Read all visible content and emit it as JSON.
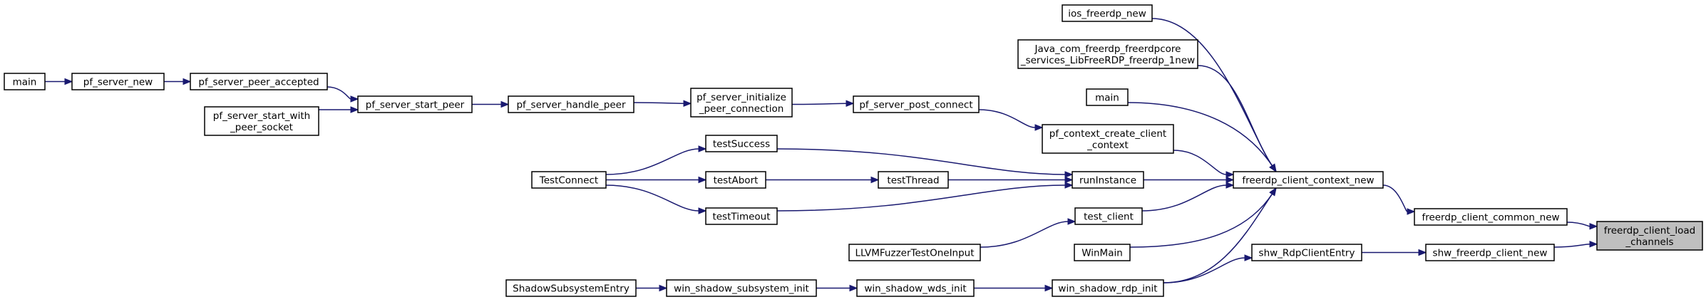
{
  "colors": {
    "edge": "#191970",
    "focus_fill": "#bfbfbf",
    "node_fill": "#ffffff",
    "node_border": "#000000"
  },
  "nodes": [
    {
      "id": "n_load",
      "lines": [
        "freerdp_client_load",
        "_channels"
      ],
      "focus": true
    },
    {
      "id": "n_common",
      "lines": [
        "freerdp_client_common_new"
      ]
    },
    {
      "id": "n_shwnew",
      "lines": [
        "shw_freerdp_client_new"
      ]
    },
    {
      "id": "n_ctxnew",
      "lines": [
        "freerdp_client_context_new"
      ]
    },
    {
      "id": "n_shwentry",
      "lines": [
        "shw_RdpClientEntry"
      ]
    },
    {
      "id": "n_ios",
      "lines": [
        "ios_freerdp_new"
      ]
    },
    {
      "id": "n_java",
      "lines": [
        "Java_com_freerdp_freerdpcore",
        "_services_LibFreeRDP_freerdp_1new"
      ]
    },
    {
      "id": "n_main2",
      "lines": [
        "main"
      ]
    },
    {
      "id": "n_pfctx",
      "lines": [
        "pf_context_create_client",
        "_context"
      ]
    },
    {
      "id": "n_run",
      "lines": [
        "runInstance"
      ]
    },
    {
      "id": "n_testclient",
      "lines": [
        "test_client"
      ]
    },
    {
      "id": "n_winmain",
      "lines": [
        "WinMain"
      ]
    },
    {
      "id": "n_rdpinit",
      "lines": [
        "win_shadow_rdp_init"
      ]
    },
    {
      "id": "n_postconn",
      "lines": [
        "pf_server_post_connect"
      ]
    },
    {
      "id": "n_testsuccess",
      "lines": [
        "testSuccess"
      ]
    },
    {
      "id": "n_testthread",
      "lines": [
        "testThread"
      ]
    },
    {
      "id": "n_testtimeout",
      "lines": [
        "testTimeout"
      ]
    },
    {
      "id": "n_llvm",
      "lines": [
        "LLVMFuzzerTestOneInput"
      ]
    },
    {
      "id": "n_wdsinit",
      "lines": [
        "win_shadow_wds_init"
      ]
    },
    {
      "id": "n_initpeer",
      "lines": [
        "pf_server_initialize",
        "_peer_connection"
      ]
    },
    {
      "id": "n_testabort",
      "lines": [
        "testAbort"
      ]
    },
    {
      "id": "n_subinit",
      "lines": [
        "win_shadow_subsystem_init"
      ]
    },
    {
      "id": "n_handlepeer",
      "lines": [
        "pf_server_handle_peer"
      ]
    },
    {
      "id": "n_testconnect",
      "lines": [
        "TestConnect"
      ]
    },
    {
      "id": "n_subentry",
      "lines": [
        "ShadowSubsystemEntry"
      ]
    },
    {
      "id": "n_startpeer",
      "lines": [
        "pf_server_start_peer"
      ]
    },
    {
      "id": "n_accepted",
      "lines": [
        "pf_server_peer_accepted"
      ]
    },
    {
      "id": "n_startsock",
      "lines": [
        "pf_server_start_with",
        "_peer_socket"
      ]
    },
    {
      "id": "n_servernew",
      "lines": [
        "pf_server_new"
      ]
    },
    {
      "id": "n_main1",
      "lines": [
        "main"
      ]
    }
  ],
  "edges": [
    {
      "from": "n_common",
      "to": "n_load"
    },
    {
      "from": "n_shwnew",
      "to": "n_load"
    },
    {
      "from": "n_ctxnew",
      "to": "n_common"
    },
    {
      "from": "n_shwentry",
      "to": "n_shwnew"
    },
    {
      "from": "n_ios",
      "to": "n_ctxnew"
    },
    {
      "from": "n_java",
      "to": "n_ctxnew"
    },
    {
      "from": "n_main2",
      "to": "n_ctxnew"
    },
    {
      "from": "n_pfctx",
      "to": "n_ctxnew"
    },
    {
      "from": "n_run",
      "to": "n_ctxnew"
    },
    {
      "from": "n_testclient",
      "to": "n_ctxnew"
    },
    {
      "from": "n_winmain",
      "to": "n_ctxnew"
    },
    {
      "from": "n_rdpinit",
      "to": "n_ctxnew"
    },
    {
      "from": "n_rdpinit",
      "to": "n_shwentry"
    },
    {
      "from": "n_postconn",
      "to": "n_pfctx"
    },
    {
      "from": "n_testsuccess",
      "to": "n_run"
    },
    {
      "from": "n_testthread",
      "to": "n_run"
    },
    {
      "from": "n_testtimeout",
      "to": "n_run"
    },
    {
      "from": "n_llvm",
      "to": "n_testclient"
    },
    {
      "from": "n_wdsinit",
      "to": "n_rdpinit"
    },
    {
      "from": "n_initpeer",
      "to": "n_postconn"
    },
    {
      "from": "n_testabort",
      "to": "n_testthread"
    },
    {
      "from": "n_subinit",
      "to": "n_wdsinit"
    },
    {
      "from": "n_handlepeer",
      "to": "n_initpeer"
    },
    {
      "from": "n_testconnect",
      "to": "n_testsuccess"
    },
    {
      "from": "n_testconnect",
      "to": "n_testabort"
    },
    {
      "from": "n_testconnect",
      "to": "n_testtimeout"
    },
    {
      "from": "n_subentry",
      "to": "n_subinit"
    },
    {
      "from": "n_startpeer",
      "to": "n_handlepeer"
    },
    {
      "from": "n_accepted",
      "to": "n_startpeer"
    },
    {
      "from": "n_startsock",
      "to": "n_startpeer"
    },
    {
      "from": "n_servernew",
      "to": "n_accepted"
    },
    {
      "from": "n_main1",
      "to": "n_servernew"
    }
  ]
}
